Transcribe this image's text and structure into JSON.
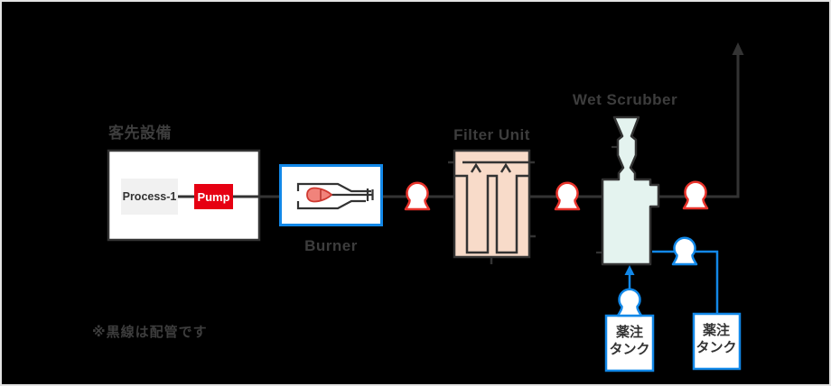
{
  "note": {
    "text": "※黒線は配管です"
  },
  "customer_unit": {
    "title": "客先設備",
    "process_label": "Process-1",
    "pump_label": "Pump"
  },
  "burner": {
    "label": "Burner"
  },
  "filter_unit": {
    "label": "Filter Unit"
  },
  "wet_scrubber": {
    "label": "Wet Scrubber"
  },
  "tanks": {
    "left": {
      "name_line1": "薬注",
      "name_line2": "タンク"
    },
    "right": {
      "name_line1": "薬注",
      "name_line2": "タンク"
    }
  },
  "icons": {
    "red_valve": "bell-valve",
    "blue_valve": "bell-valve",
    "burner_flame": "flame",
    "exhaust_arrow": "arrow-up",
    "dosing_arrow": "arrow-up",
    "filter_bags": "square-wave-baffles",
    "filter_flow": "double-caret-up"
  },
  "colors": {
    "background": "#000000",
    "canvas_border": "#e3e3e3",
    "pipe": "#333333",
    "label_text": "#3d3d3d",
    "pump_red": "#e60012",
    "valve_red": "#e8332b",
    "accent_blue": "#1288e8",
    "filter_fill": "#f8dbc9",
    "scrubber_fill": "#e4f3ef",
    "process_box_fill": "#f1f1f1",
    "equipment_box_fill": "#ffffff"
  }
}
